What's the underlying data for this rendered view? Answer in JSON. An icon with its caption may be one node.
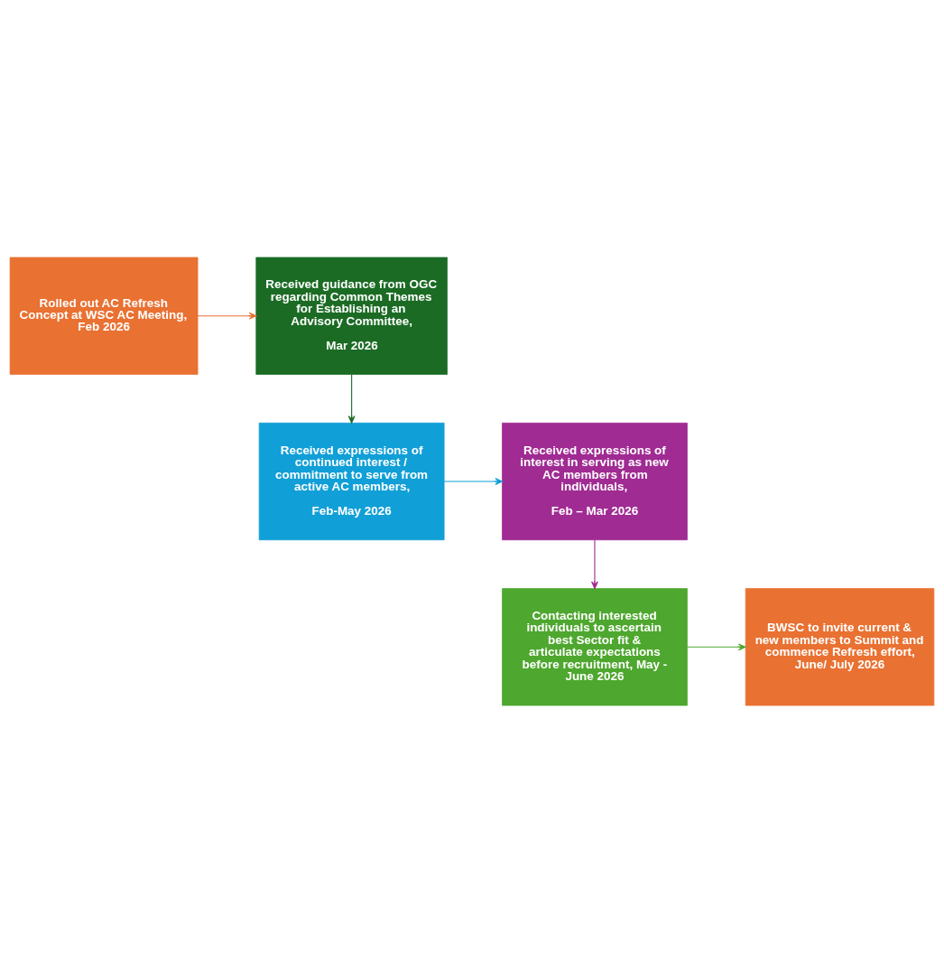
{
  "diagram": {
    "nodes": [
      {
        "text": [
          "Rolled out AC Refresh Concept at WSC AC Meeting, Feb 2026"
        ]
      },
      {
        "text": [
          "Received guidance from OGC regarding Common Themes for Establishing an Advisory Committee,",
          "Mar 2026"
        ]
      },
      {
        "text": [
          "Received expressions of continued interest / commitment to serve from active AC members,",
          "Feb-May 2026"
        ]
      },
      {
        "text": [
          "Received expressions of interest in serving as new AC members from individuals,",
          "Feb – Mar 2026"
        ]
      },
      {
        "text": [
          "Contacting interested individuals to ascertain best Sector fit & articulate expectations before recruitment, May - June 2026"
        ]
      },
      {
        "text": [
          "BWSC to invite current & new members to Summit and commence Refresh effort, June/ July 2026"
        ]
      }
    ],
    "edges": [
      {
        "from": 0,
        "to": 1,
        "arrow": "to",
        "color": "#e97132"
      },
      {
        "from": 1,
        "to": 2,
        "arrow": "to",
        "color": "#1b6b24"
      },
      {
        "from": 2,
        "to": 3,
        "arrow": "to",
        "color": "#119fd7"
      },
      {
        "from": 3,
        "to": 4,
        "arrow": "to",
        "color": "#a02b93"
      },
      {
        "from": 4,
        "to": 5,
        "arrow": "to",
        "color": "#4ea72e"
      }
    ]
  }
}
